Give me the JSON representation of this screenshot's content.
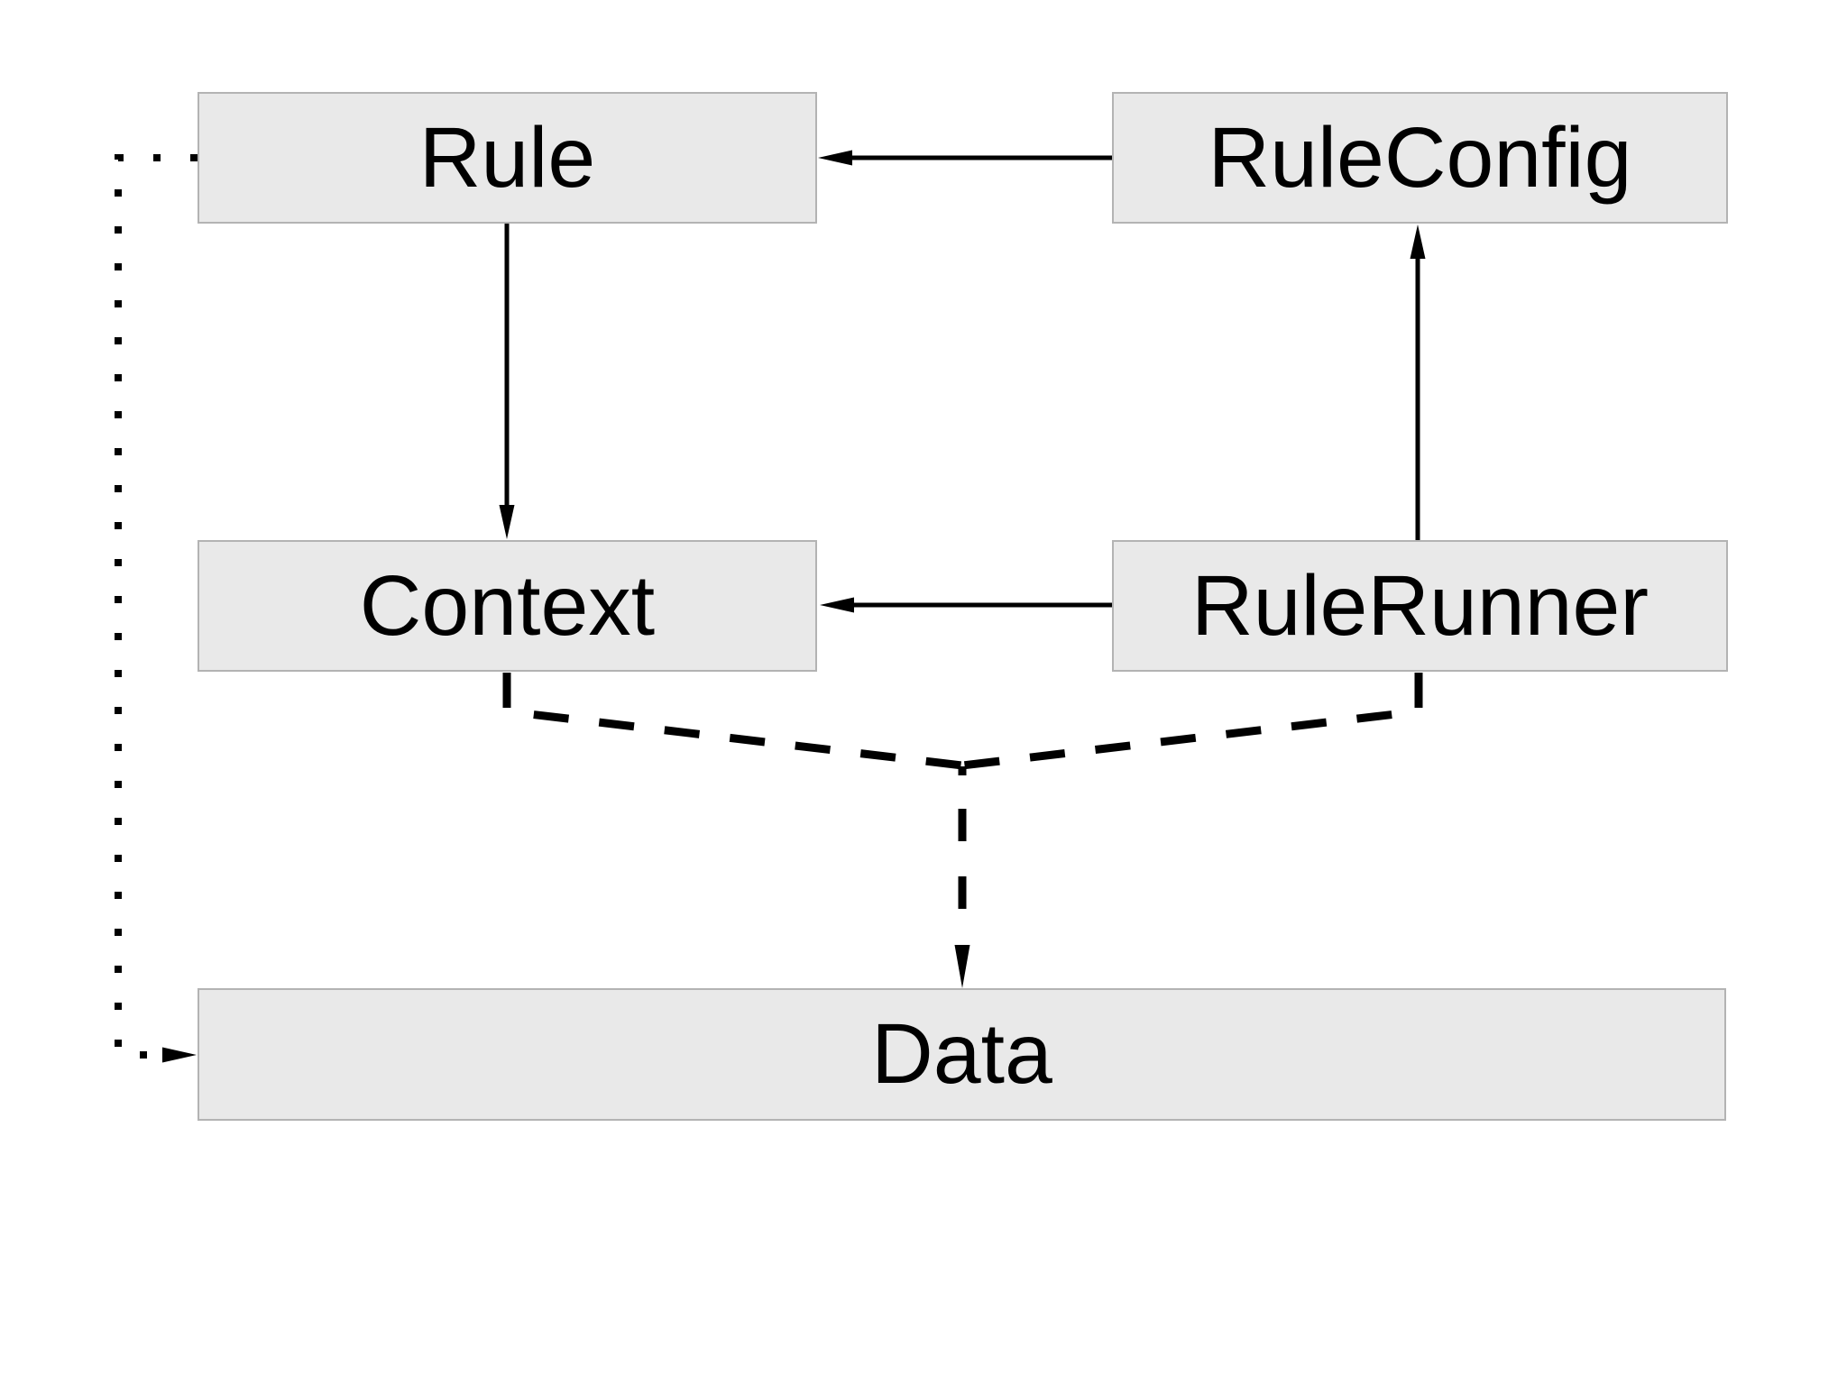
{
  "diagram": {
    "title": "Rule engine class relationship diagram",
    "colors": {
      "background": "#ffffff",
      "node_fill": "#e9e9e9",
      "node_border": "#b3b3b3",
      "line": "#000000"
    },
    "nodes": [
      {
        "id": "rule",
        "label": "Rule"
      },
      {
        "id": "ruleconfig",
        "label": "RuleConfig"
      },
      {
        "id": "context",
        "label": "Context"
      },
      {
        "id": "rulerunner",
        "label": "RuleRunner"
      },
      {
        "id": "data",
        "label": "Data"
      }
    ],
    "edges": [
      {
        "from": "RuleConfig",
        "to": "Rule",
        "style": "solid-arrow"
      },
      {
        "from": "Rule",
        "to": "Context",
        "style": "solid-arrow"
      },
      {
        "from": "RuleRunner",
        "to": "RuleConfig",
        "style": "solid-arrow"
      },
      {
        "from": "RuleRunner",
        "to": "Context",
        "style": "solid-arrow"
      },
      {
        "from": "Context",
        "to": "Data",
        "style": "dashed-arrow",
        "note": "joins RuleRunner branch at Y junction"
      },
      {
        "from": "RuleRunner",
        "to": "Data",
        "style": "dashed-arrow",
        "note": "joins Context branch at Y junction"
      },
      {
        "from": "Rule",
        "to": "Data",
        "style": "dotted-arrow",
        "note": "routed along left margin"
      }
    ]
  }
}
